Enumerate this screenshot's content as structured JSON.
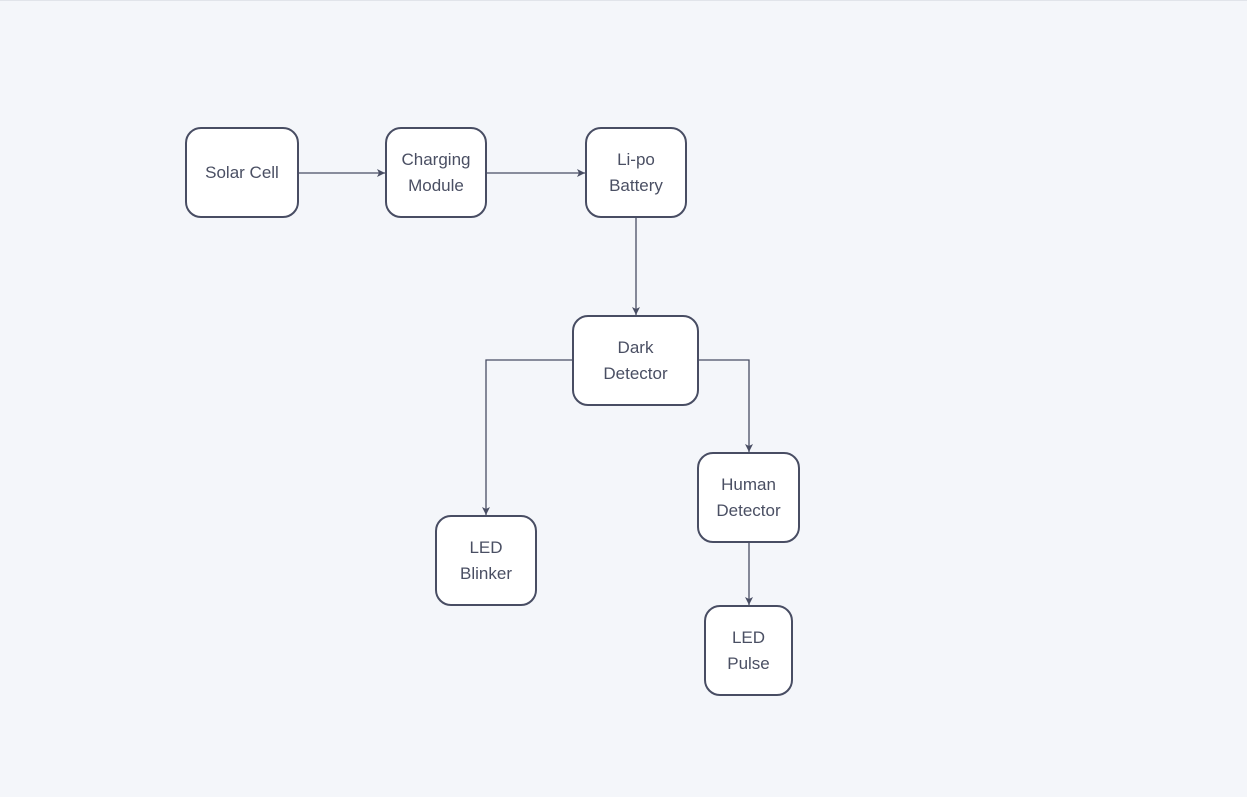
{
  "diagram": {
    "colors": {
      "background": "#f4f6fa",
      "node_fill": "#ffffff",
      "node_border": "#484d63",
      "text": "#4a4f63",
      "edge": "#484d63"
    },
    "nodes": {
      "solar": {
        "lines": [
          "Solar Cell"
        ]
      },
      "charge": {
        "lines": [
          "Charging",
          "Module"
        ]
      },
      "lipo": {
        "lines": [
          "Li-po",
          "Battery"
        ]
      },
      "dark": {
        "lines": [
          "Dark",
          "Detector"
        ]
      },
      "human": {
        "lines": [
          "Human",
          "Detector"
        ]
      },
      "blinker": {
        "lines": [
          "LED",
          "Blinker"
        ]
      },
      "pulse": {
        "lines": [
          "LED",
          "Pulse"
        ]
      }
    },
    "edges": [
      {
        "from": "solar",
        "to": "charge"
      },
      {
        "from": "charge",
        "to": "lipo"
      },
      {
        "from": "lipo",
        "to": "dark"
      },
      {
        "from": "dark",
        "to": "blinker"
      },
      {
        "from": "dark",
        "to": "human"
      },
      {
        "from": "human",
        "to": "pulse"
      }
    ]
  }
}
